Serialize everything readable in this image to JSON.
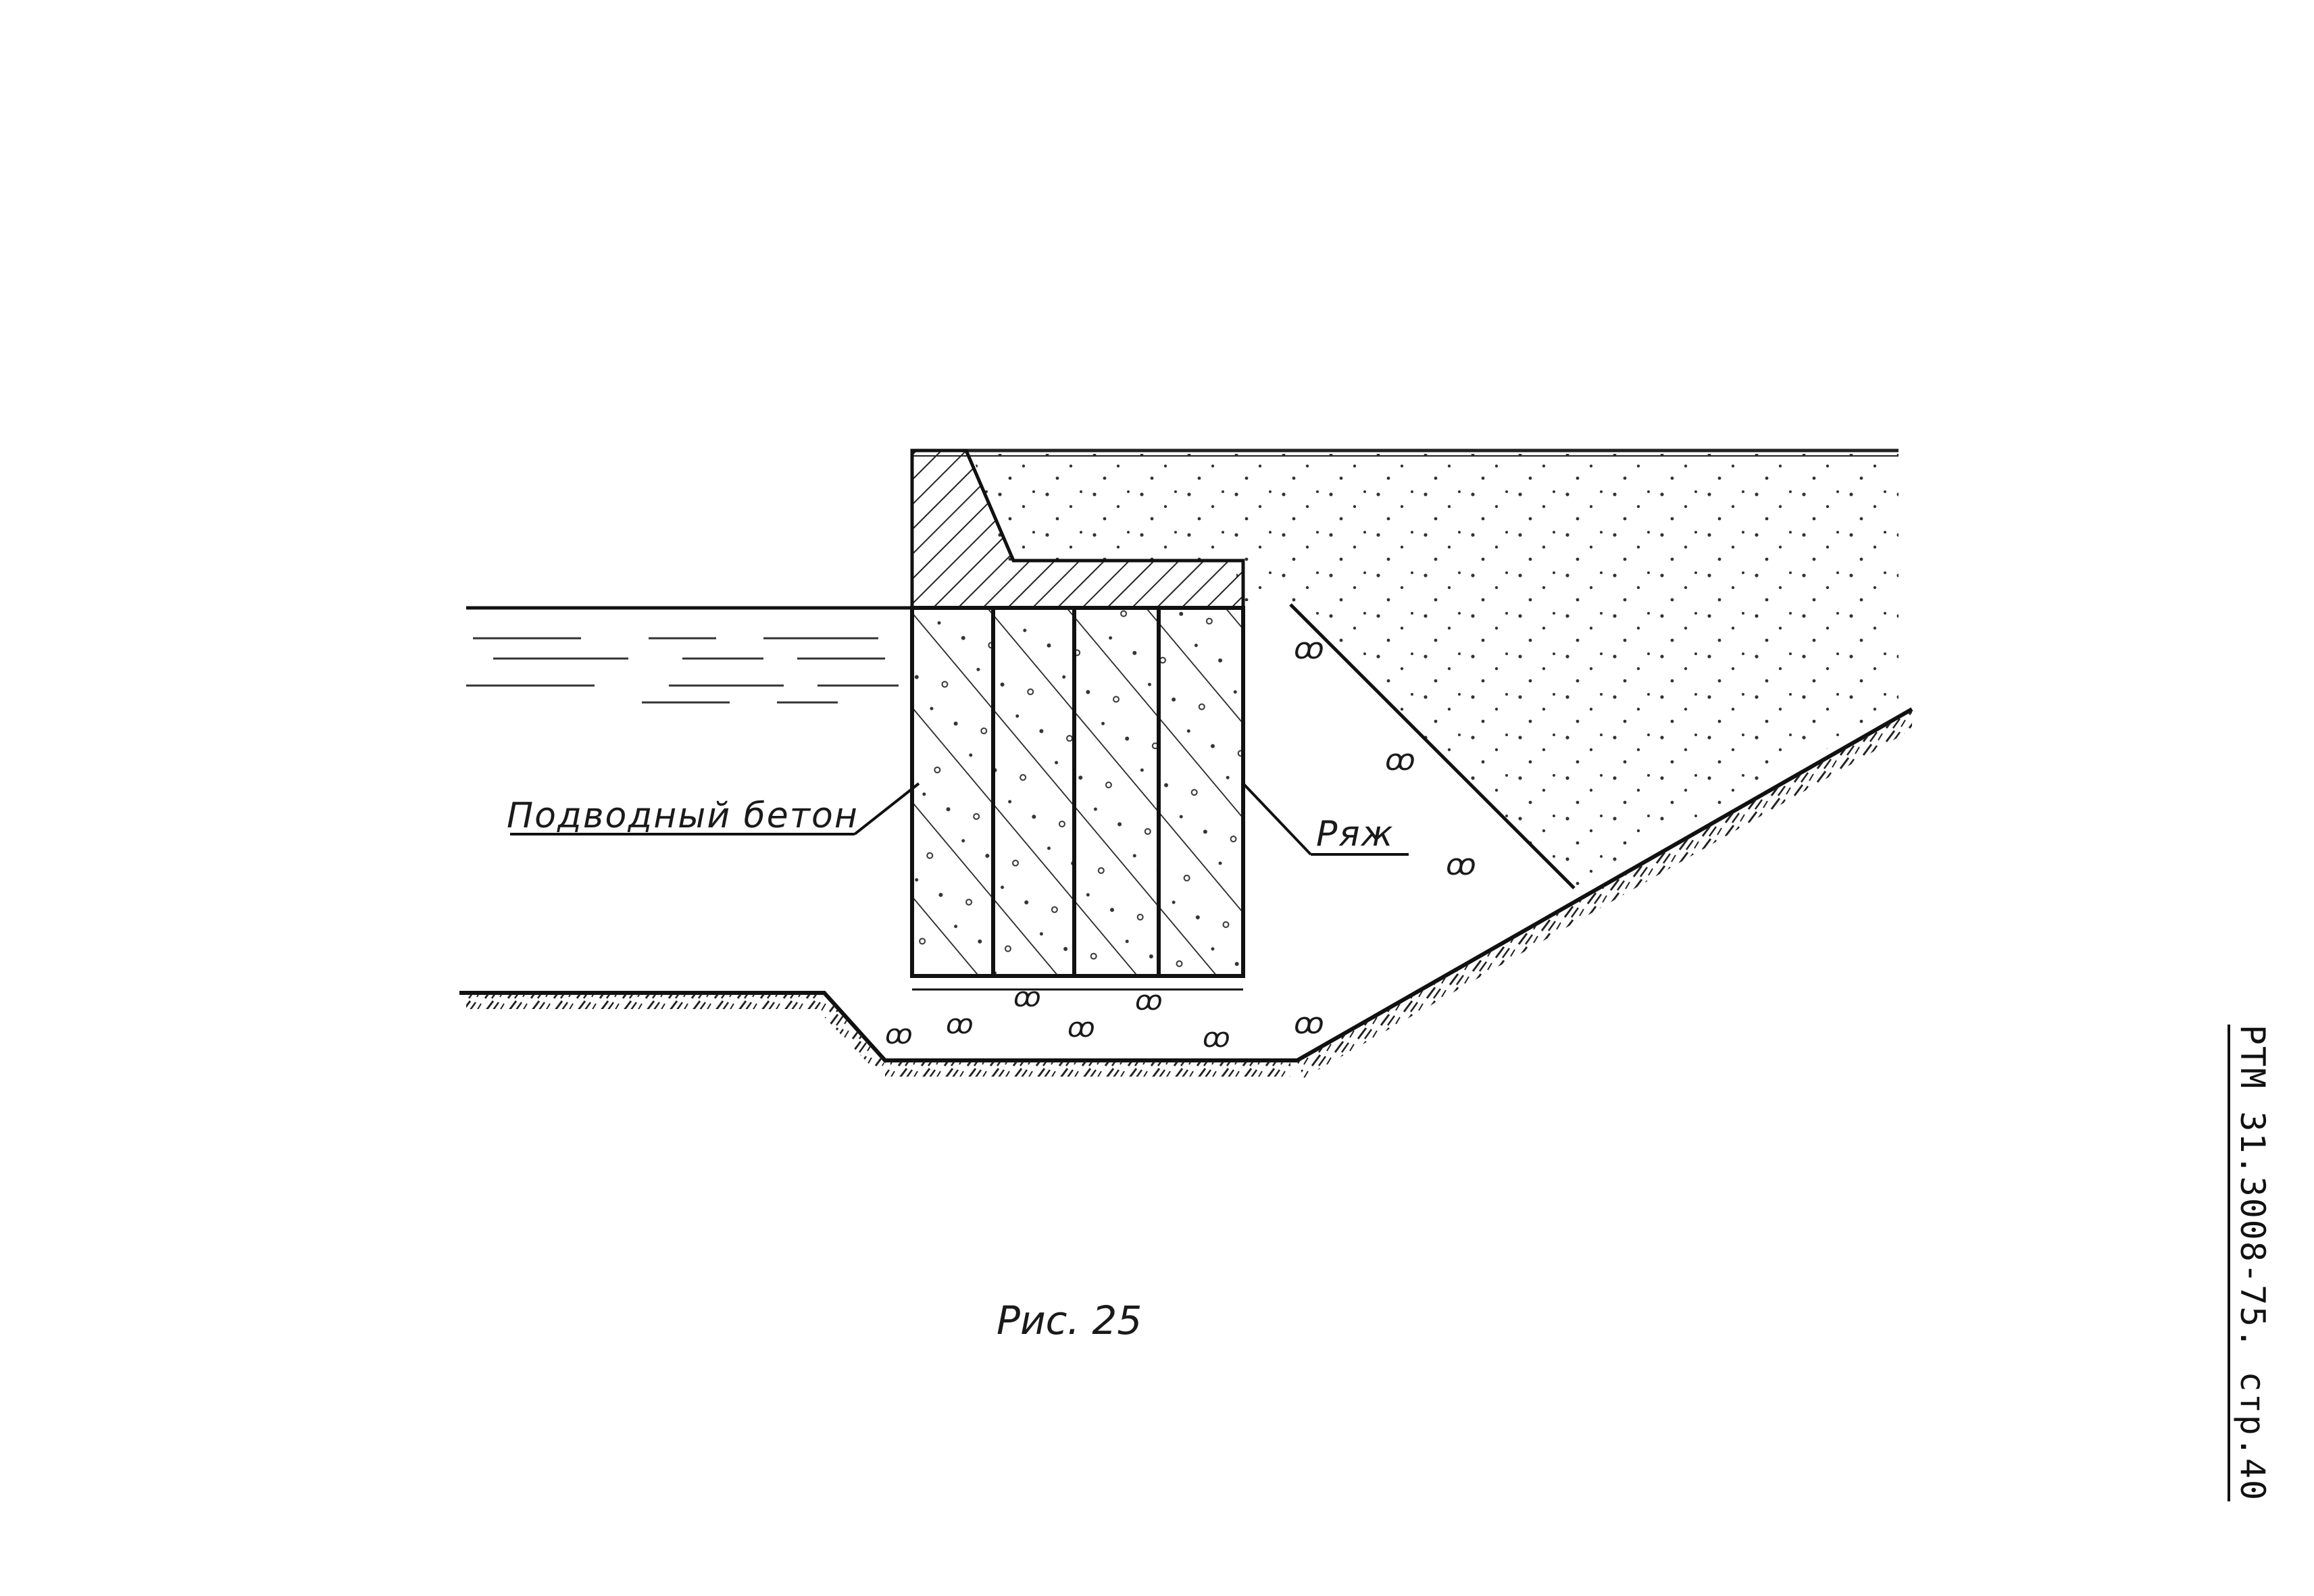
{
  "diagram": {
    "labels": {
      "underwater_concrete": "Подводный бетон",
      "crib": "Ряж"
    },
    "caption": "Рис. 25"
  },
  "document": {
    "reference": "РТМ 31.3008-75. стр.40"
  }
}
